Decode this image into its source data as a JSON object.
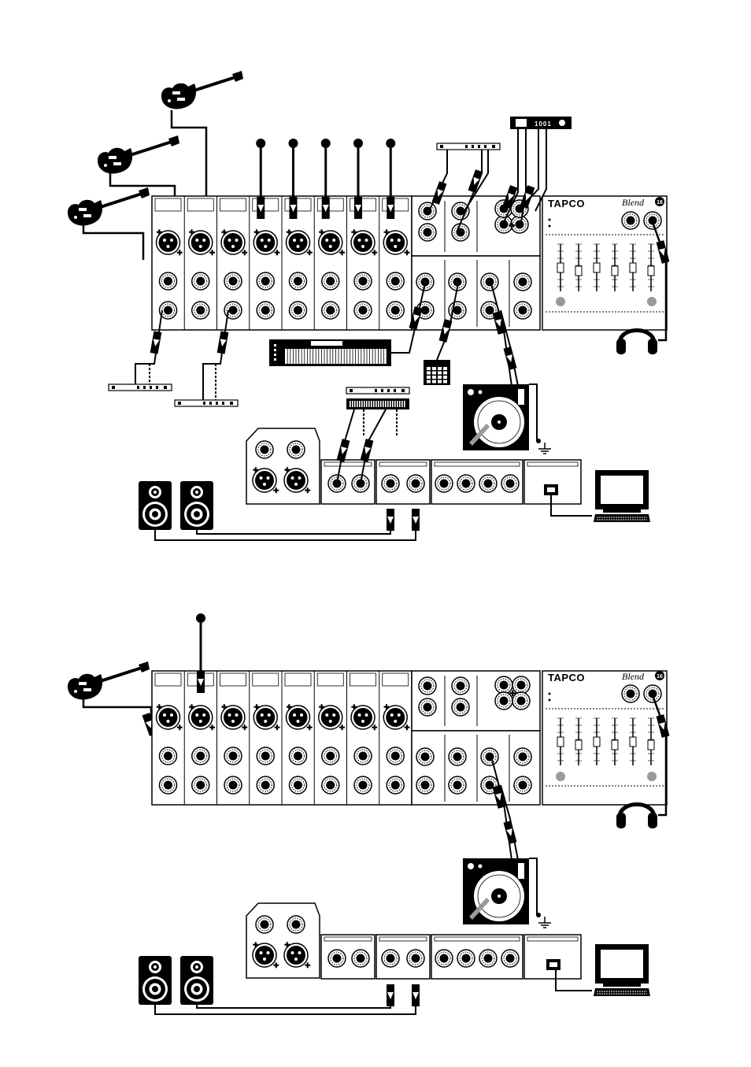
{
  "mixer": {
    "brand": "TAPCO",
    "model": "Blend",
    "model_number": "16"
  },
  "processor": {
    "display": "1001"
  },
  "diagrams": [
    {
      "id": "full-setup"
    },
    {
      "id": "simple-setup"
    }
  ],
  "colors": {
    "ink": "#000000",
    "paper": "#ffffff",
    "grey": "#9a9a9a"
  },
  "icons": [
    "guitar-icon",
    "microphone-icon",
    "headphones-icon",
    "turntable-icon",
    "keyboard-icon",
    "drum-machine-icon",
    "monitor-speaker-icon",
    "computer-icon",
    "rack-processor-icon",
    "ground-symbol-icon"
  ]
}
